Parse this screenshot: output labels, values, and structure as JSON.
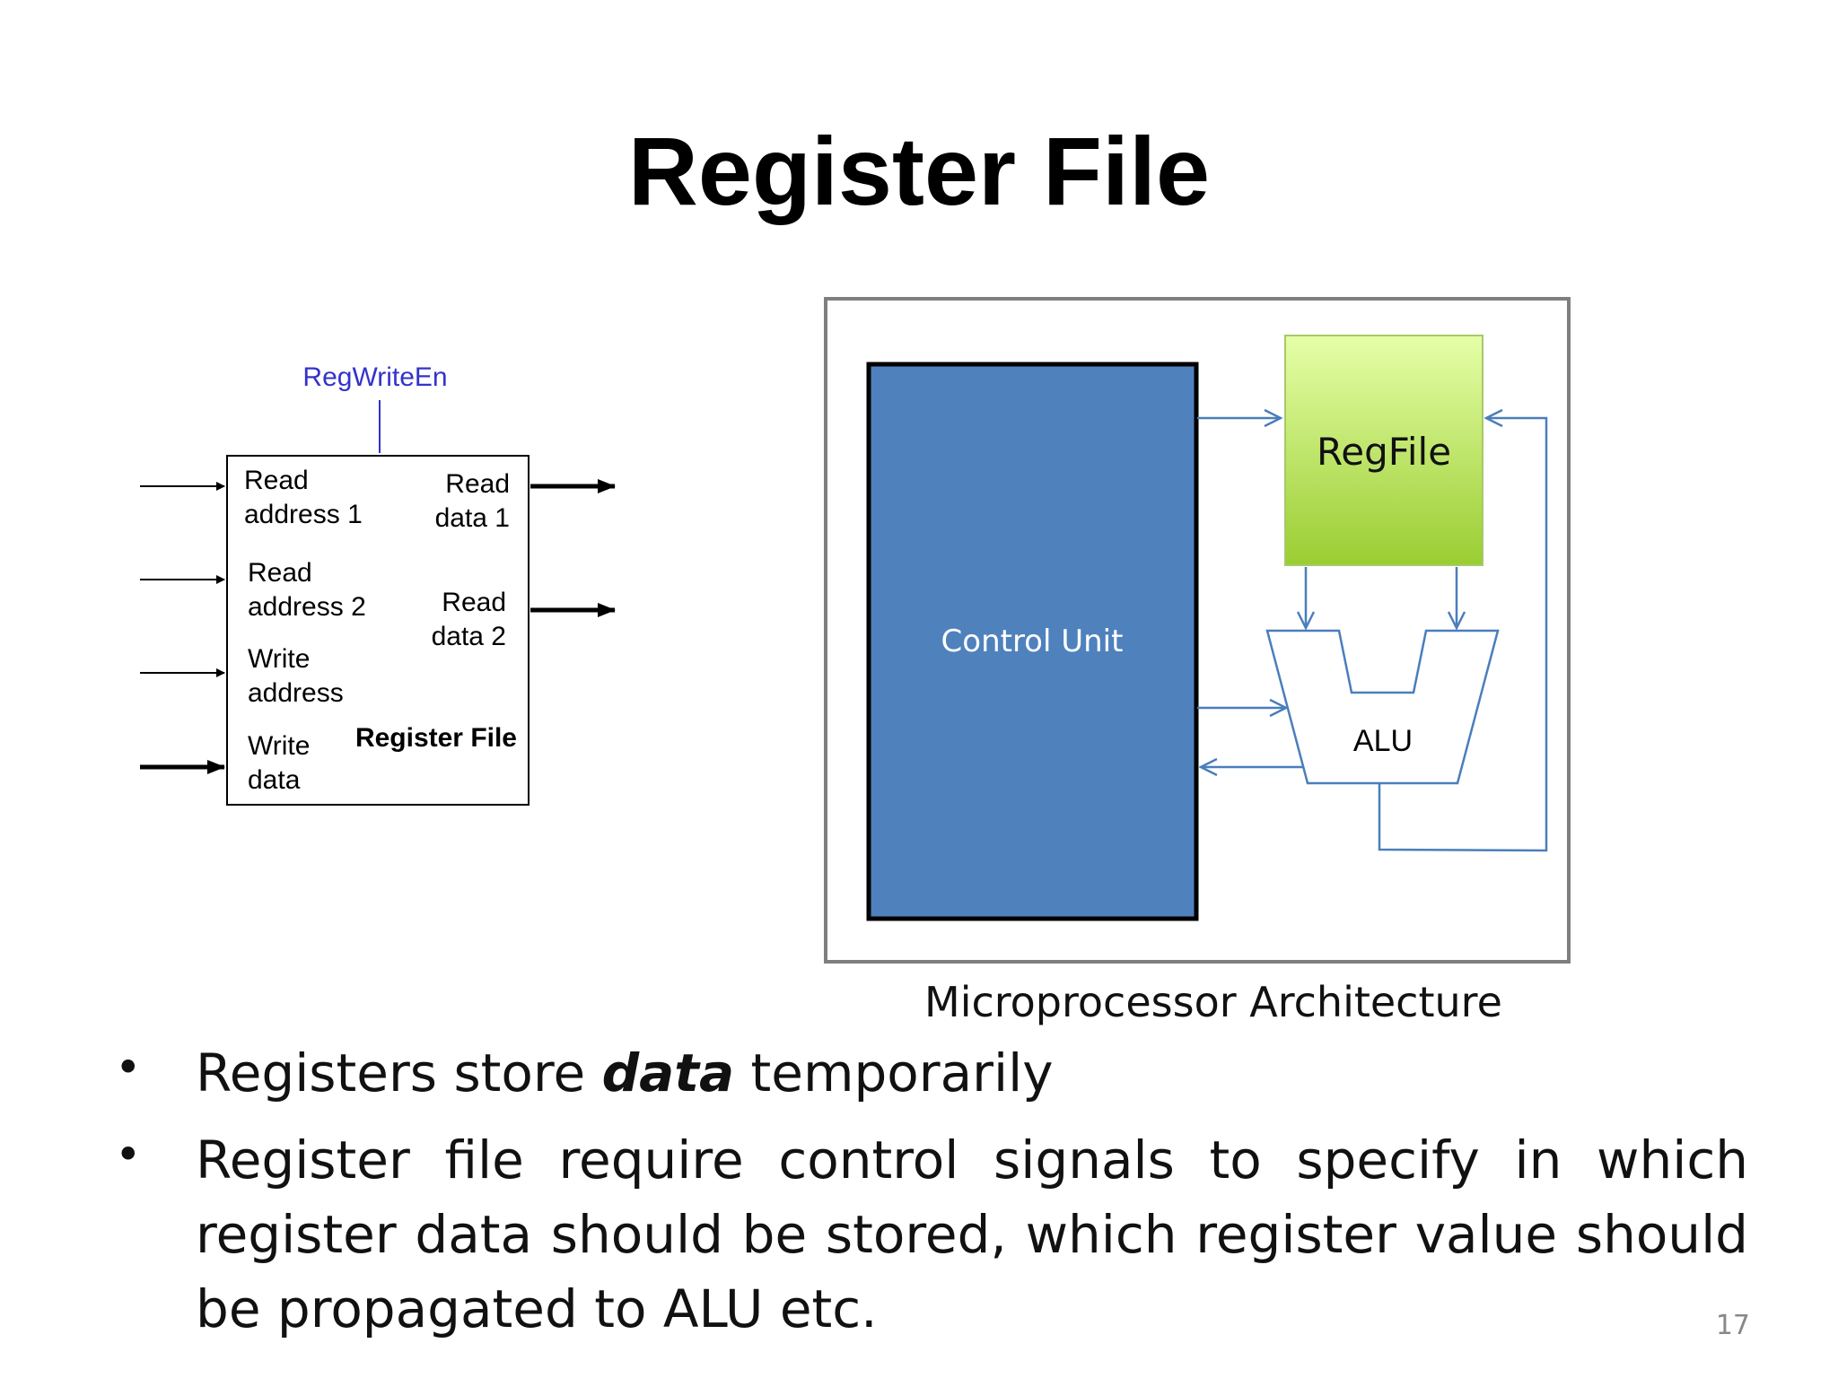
{
  "slide": {
    "title": "Register File",
    "page_number": "17"
  },
  "regfile_block": {
    "control_signal": "RegWriteEn",
    "inputs": [
      "Read\naddress 1",
      "Read\naddress 2",
      "Write\naddress",
      "Write\ndata"
    ],
    "outputs": [
      "Read\ndata 1",
      "Read\ndata 2"
    ],
    "block_label": "Register File"
  },
  "architecture": {
    "control_unit_label": "Control Unit",
    "regfile_label": "RegFile",
    "alu_label": "ALU",
    "caption": "Microprocessor Architecture",
    "colors": {
      "control_unit": "#4f81bd",
      "regfile_top": "#e6ffa8",
      "regfile_bottom": "#9acd32",
      "arrows": "#4a7ebb",
      "frame": "#7f7f7f",
      "control_signal": "#3333cc"
    }
  },
  "bullets": [
    {
      "before": "Registers store ",
      "emph": "data",
      "after": " temporarily"
    },
    {
      "before": "Register file require control signals to specify in which register data should be stored, which register value should be propagated to ALU etc.",
      "emph": "",
      "after": ""
    }
  ]
}
